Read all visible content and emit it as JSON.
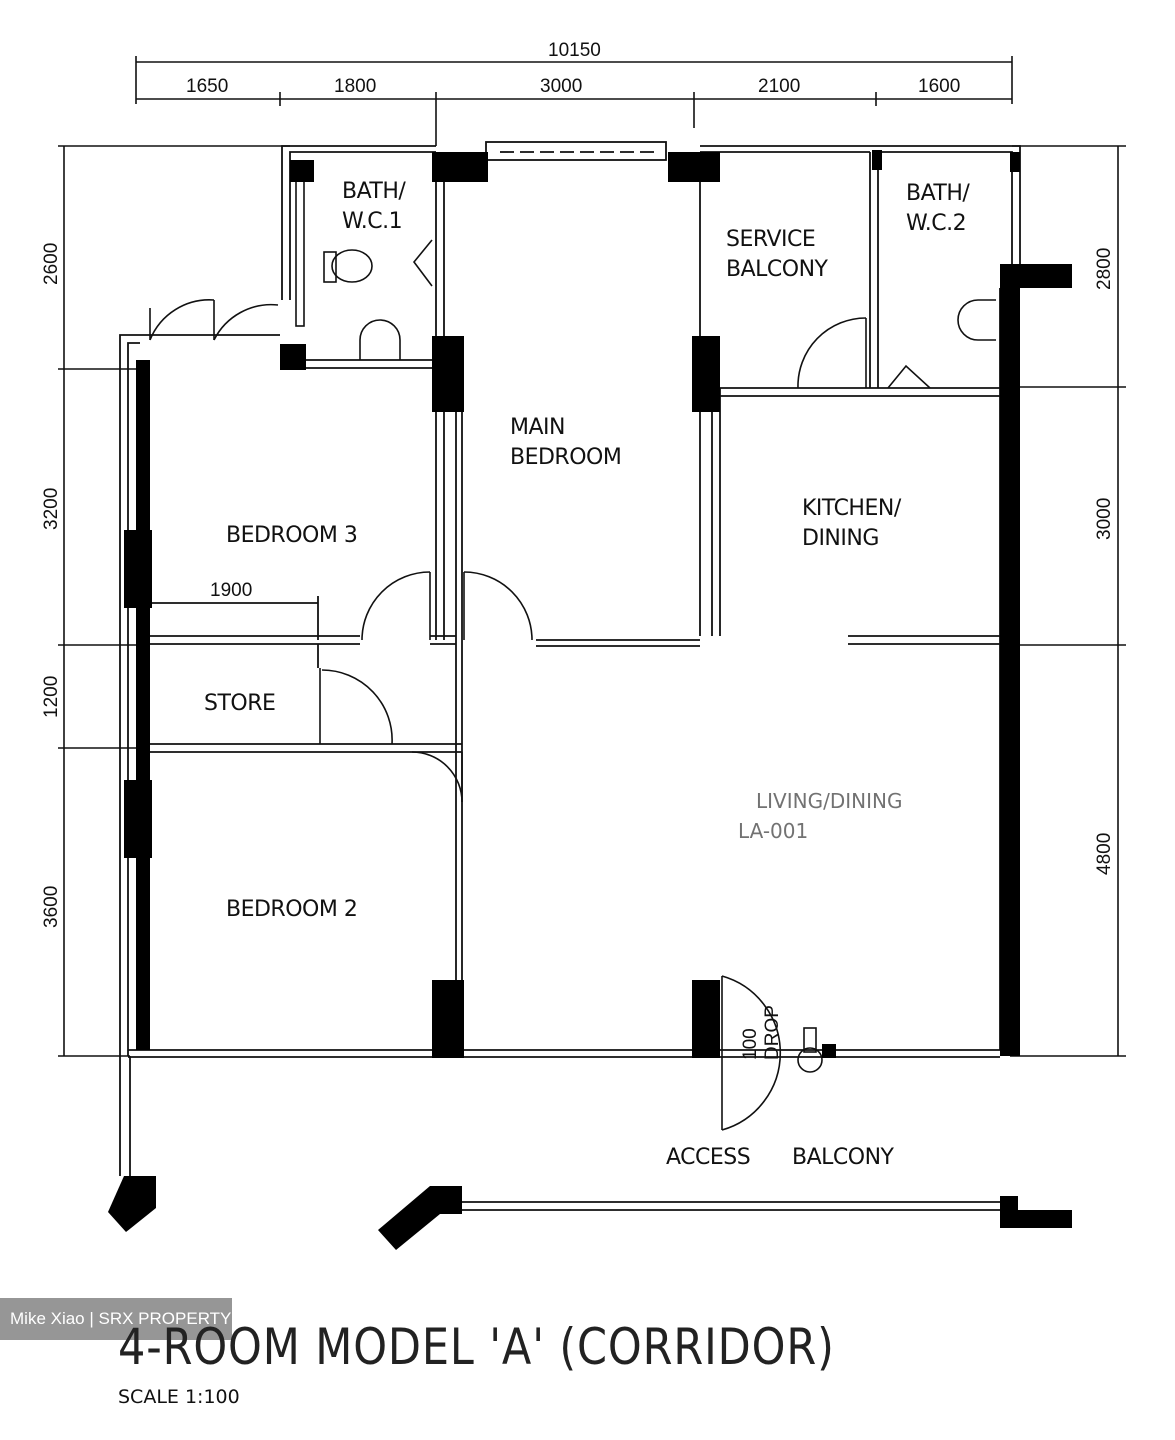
{
  "plan": {
    "title": "4-ROOM MODEL 'A' (CORRIDOR)",
    "scale": "SCALE   1:100",
    "watermark": "Mike Xiao | SRX PROPERTY",
    "overall_width": "10150",
    "top_dims": [
      "1650",
      "1800",
      "3000",
      "2100",
      "1600"
    ],
    "left_dims": [
      "2600",
      "3200",
      "1200",
      "3600"
    ],
    "right_dims": [
      "2800",
      "3000",
      "4800"
    ],
    "inner_dim": "1900",
    "rooms": {
      "bath1": [
        "BATH/",
        "W.C.1"
      ],
      "bath2": [
        "BATH/",
        "W.C.2"
      ],
      "service_balcony": [
        "SERVICE",
        "BALCONY"
      ],
      "main_bedroom": [
        "MAIN",
        "BEDROOM"
      ],
      "kitchen": [
        "KITCHEN/",
        "DINING"
      ],
      "bedroom3": "BEDROOM  3",
      "store": "STORE",
      "bedroom2": "BEDROOM  2",
      "living_faded": [
        "LIVING/DINING",
        "LA-001"
      ],
      "access": "ACCESS",
      "balcony": "BALCONY",
      "drop": [
        "100",
        "DROP"
      ]
    }
  }
}
